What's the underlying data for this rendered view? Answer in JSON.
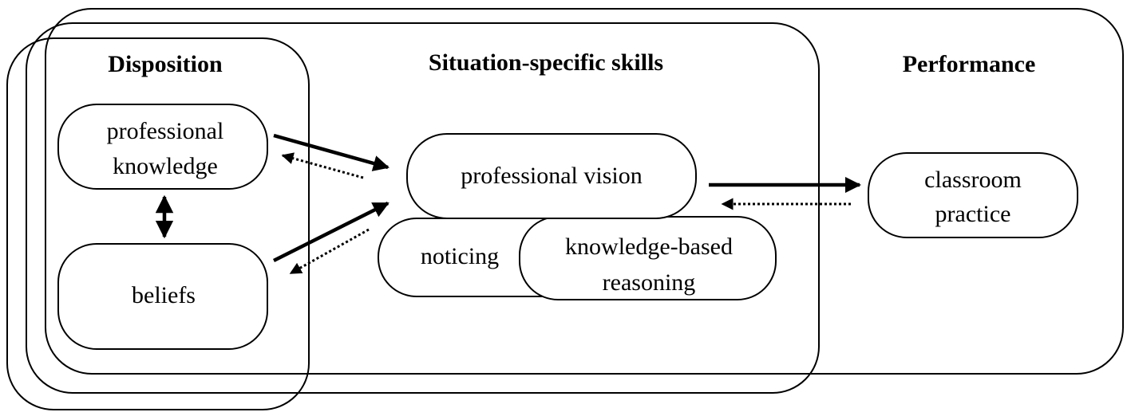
{
  "headings": {
    "disposition": "Disposition",
    "skills": "Situation-specific skills",
    "performance": "Performance"
  },
  "nodes": {
    "professional_knowledge": [
      "professional",
      "knowledge"
    ],
    "beliefs": "beliefs",
    "professional_vision": "professional vision",
    "noticing": "noticing",
    "knowledge_based_reasoning": [
      "knowledge-based",
      "reasoning"
    ],
    "classroom_practice": [
      "classroom",
      "practice"
    ]
  },
  "colors": {
    "stroke": "#000000",
    "background": "#ffffff"
  }
}
